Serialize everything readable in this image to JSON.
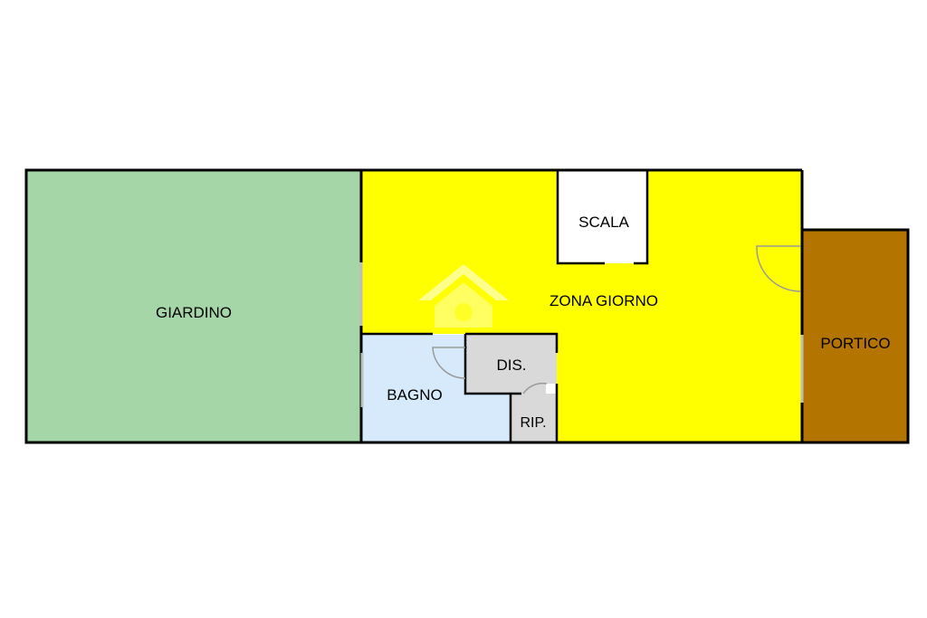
{
  "rooms": {
    "giardino": {
      "label": "GIARDINO",
      "color": "#a5d6a7"
    },
    "zona_giorno": {
      "label": "ZONA GIORNO",
      "color": "#ffff00"
    },
    "scala": {
      "label": "SCALA",
      "color": "#ffffff"
    },
    "bagno": {
      "label": "BAGNO",
      "color": "#d6eafc"
    },
    "dis": {
      "label": "DIS.",
      "color": "#d9d9d9"
    },
    "rip": {
      "label": "RIP.",
      "color": "#d9d9d9"
    },
    "portico": {
      "label": "PORTICO",
      "color": "#b37400"
    }
  },
  "colors": {
    "wall": "#000000",
    "door_line": "#9a9a9a",
    "watermark": "#ffffff"
  }
}
